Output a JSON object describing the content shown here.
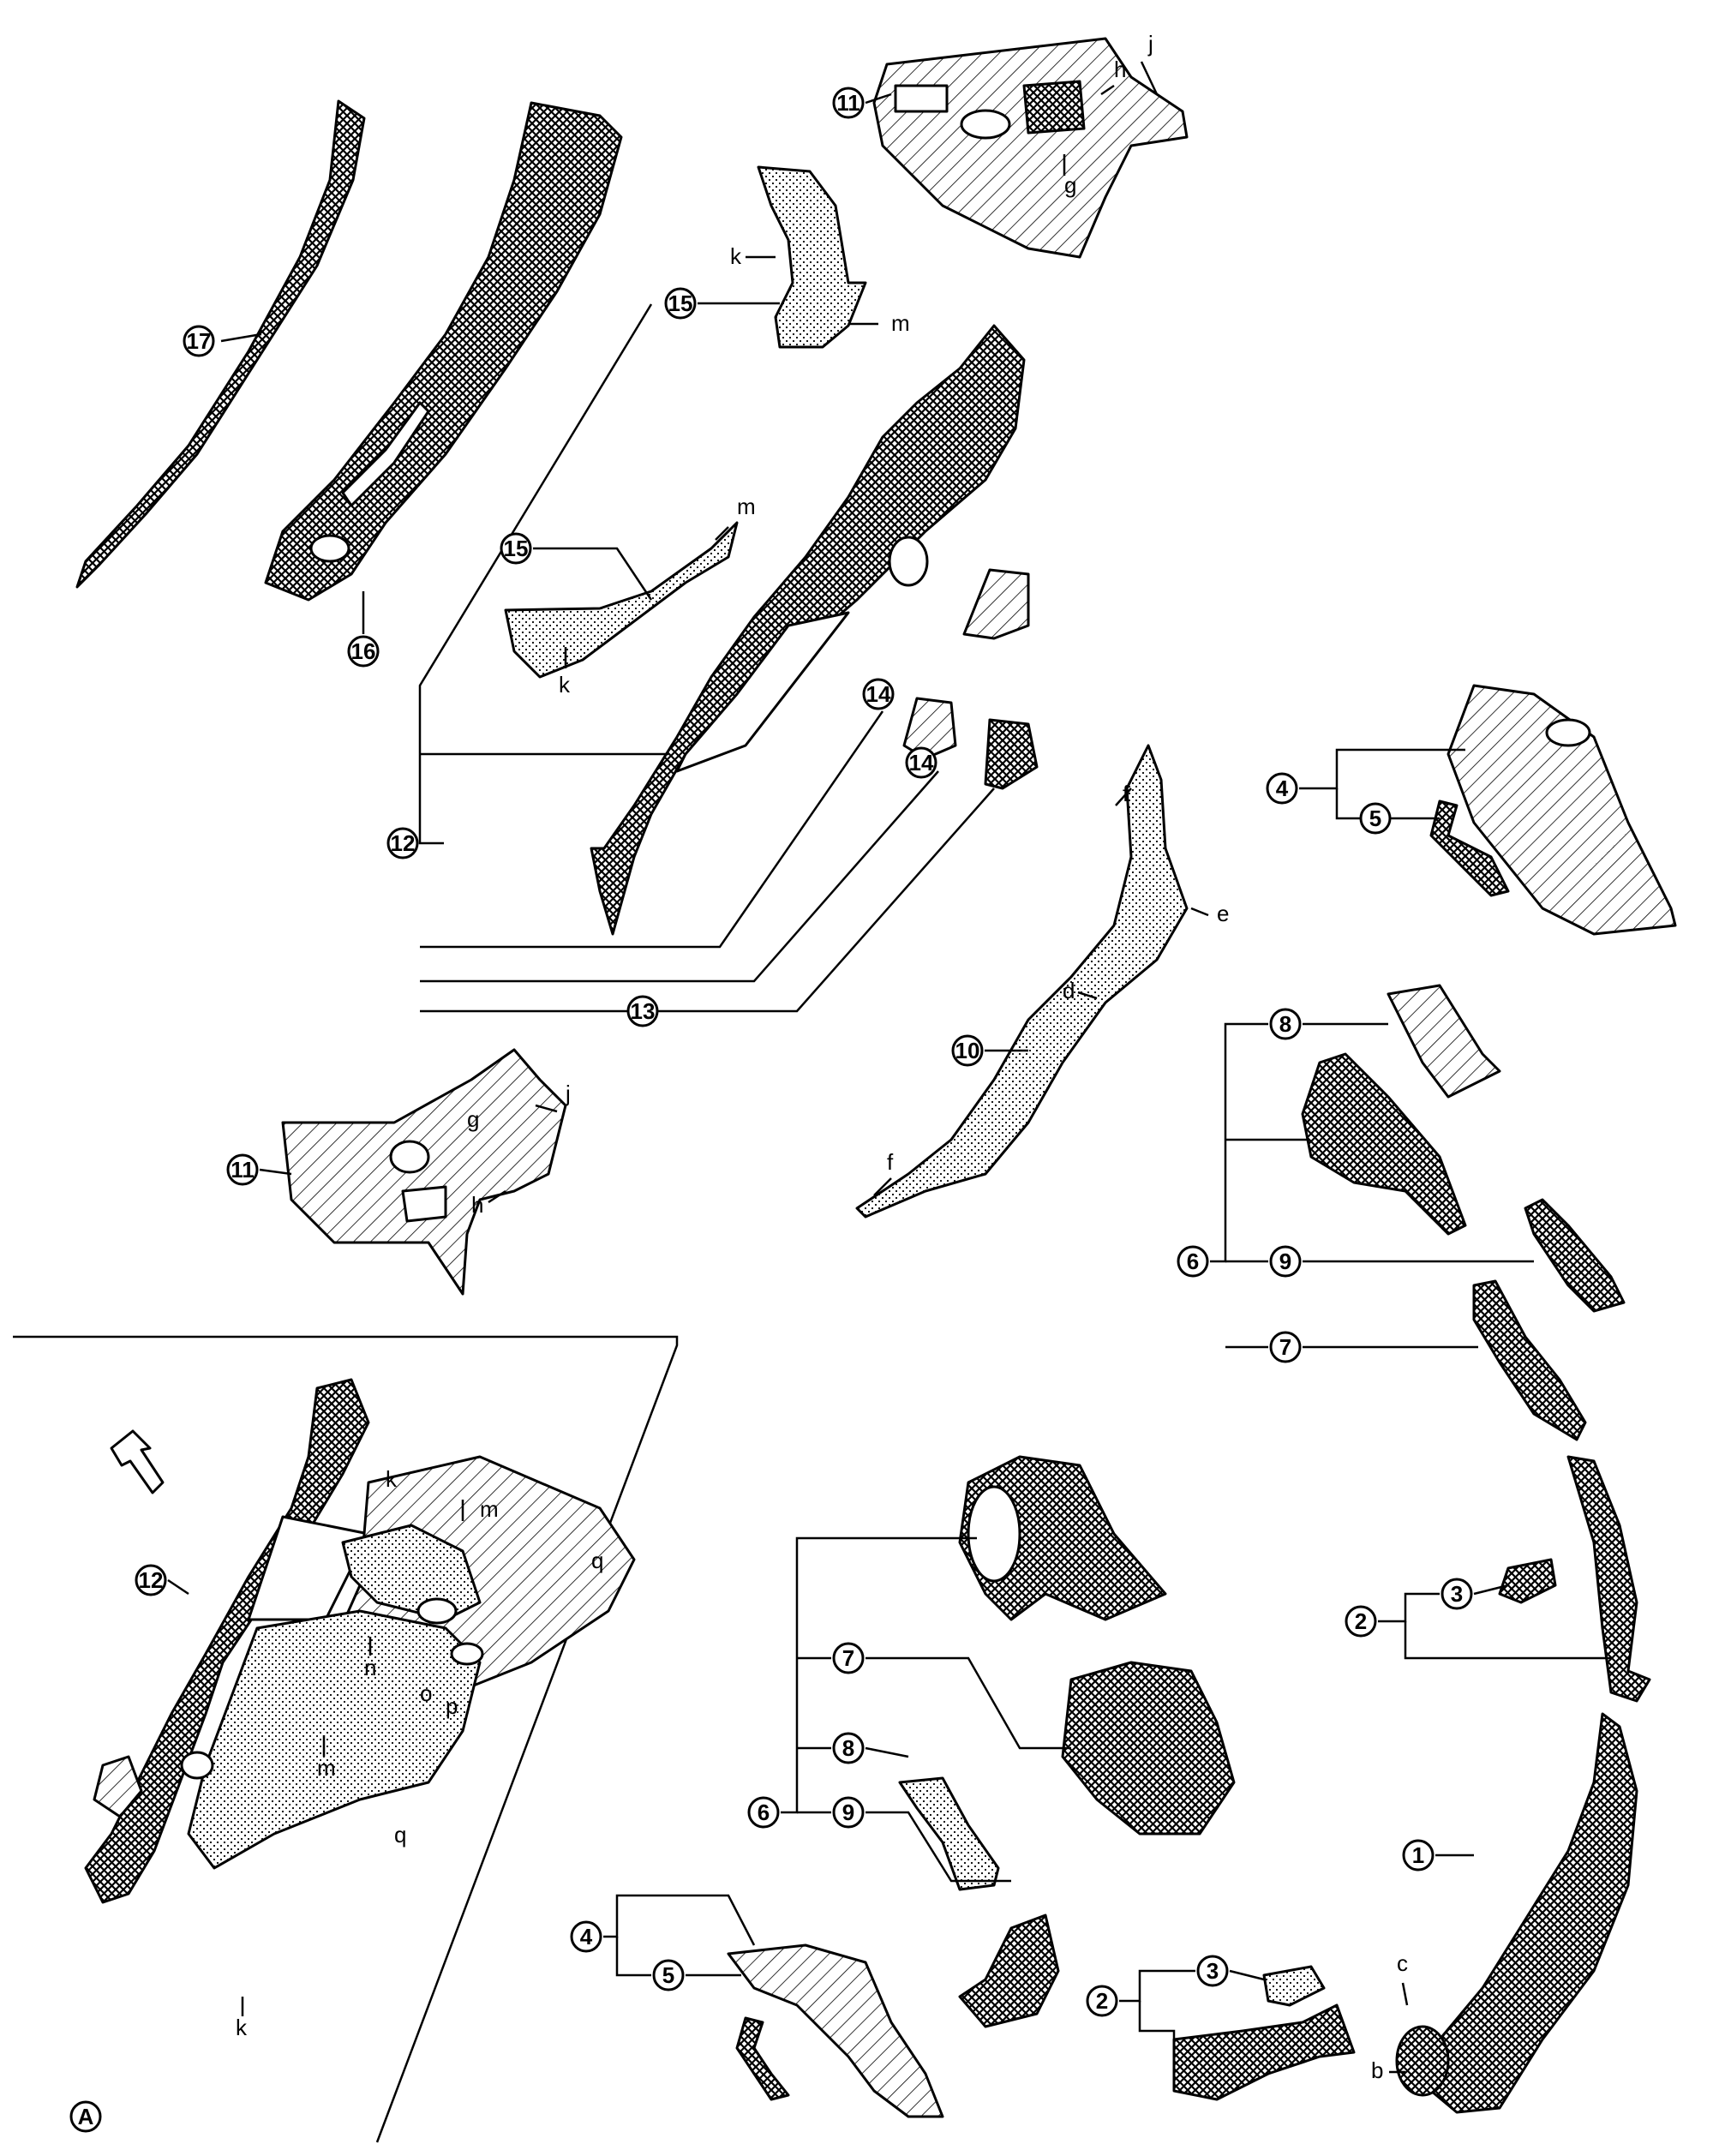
{
  "callouts": {
    "n1": "1",
    "n2a": "2",
    "n2b": "2",
    "n3a": "3",
    "n3b": "3",
    "n4a": "4",
    "n4b": "4",
    "n5a": "5",
    "n5b": "5",
    "n6a": "6",
    "n6b": "6",
    "n7a": "7",
    "n7b": "7",
    "n8a": "8",
    "n8b": "8",
    "n9a": "9",
    "n9b": "9",
    "n10": "10",
    "n11a": "11",
    "n11b": "11",
    "n12a": "12",
    "n12b": "12",
    "n13": "13",
    "n14a": "14",
    "n14b": "14",
    "n15a": "15",
    "n15b": "15",
    "n16": "16",
    "n17": "17"
  },
  "inset_label": "A",
  "letters": {
    "b": "b",
    "c": "c",
    "d": "d",
    "e": "e",
    "f1": "f",
    "f2": "f",
    "g1": "g",
    "g2": "g",
    "h1": "h",
    "h2": "h",
    "j1": "j",
    "j2": "j",
    "k1": "k",
    "k2": "k",
    "k3": "k",
    "k4": "k",
    "m1": "m",
    "m2": "m",
    "m3": "m",
    "m4": "m",
    "n": "n",
    "o": "o",
    "p": "p",
    "q1": "q",
    "q2": "q"
  },
  "colors": {
    "ink": "#000000",
    "paper": "#ffffff"
  }
}
